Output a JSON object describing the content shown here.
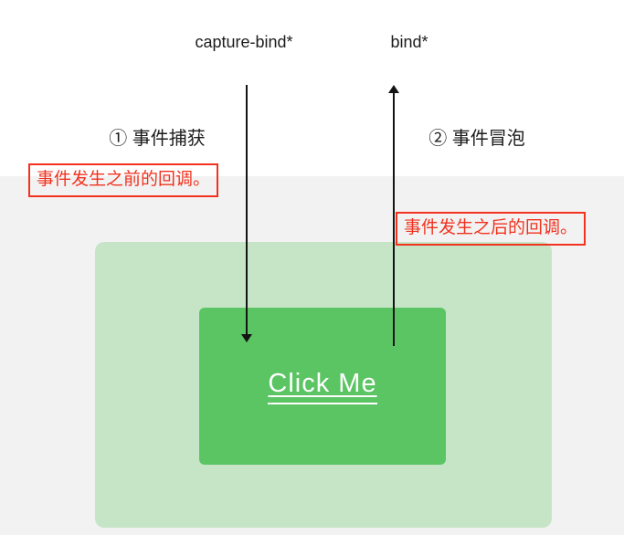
{
  "labels": {
    "capture_bind": "capture-bind*",
    "bind": "bind*",
    "capture_phase": "① 事件捕获",
    "bubble_phase": "② 事件冒泡"
  },
  "annotations": {
    "before_callback": "事件发生之前的回调。",
    "after_callback": "事件发生之后的回调。"
  },
  "target": {
    "button_label": "Click Me"
  },
  "icons": {
    "capture_arrow": "arrow-down",
    "bubble_arrow": "arrow-up"
  },
  "colors": {
    "background_top": "#ffffff",
    "background_bottom": "#f2f2f2",
    "outer_view_green": "#c6e5c7",
    "inner_view_green": "#5bc463",
    "annotation_red": "#f2321f",
    "label_black": "#1c1c1c",
    "click_me_white": "#ffffff"
  }
}
